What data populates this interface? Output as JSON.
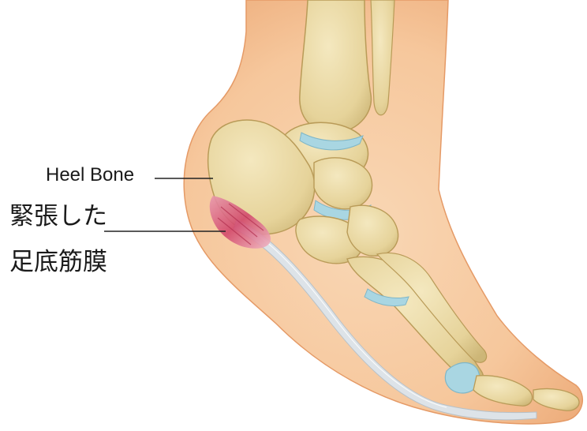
{
  "labels": {
    "heel_bone": "Heel Bone",
    "tense": "緊張した",
    "plantar_fascia": "足底筋膜"
  },
  "colors": {
    "skin": "#f6c79c",
    "skin_shadow": "#eba673",
    "bone": "#ead9a3",
    "bone_outline": "#b99b58",
    "cartilage": "#a9d6e2",
    "fascia": "#dde3e8",
    "inflammation": "#d2486b",
    "leader_line": "#222222"
  }
}
